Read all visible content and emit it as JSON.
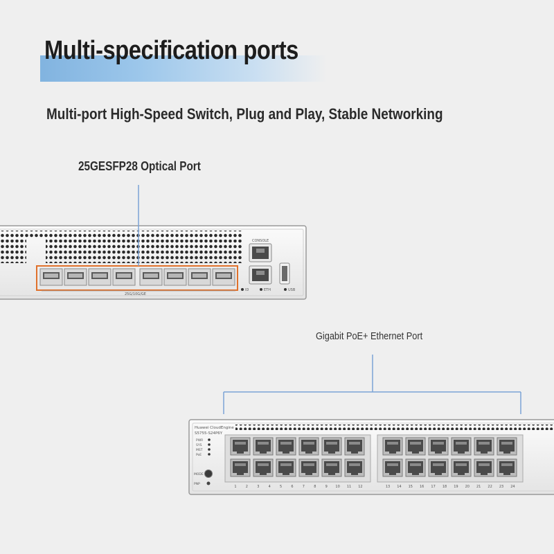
{
  "header": {
    "title": "Multi-specification ports",
    "subtitle": "Multi-port High-Speed Switch, Plug and Play, Stable Networking"
  },
  "callouts": {
    "optical": "25GESFP28 Optical Port",
    "ethernet": "Gigabit PoE+ Ethernet Port"
  },
  "switch_top": {
    "port_group_label": "25G/10G/GE",
    "console_label": "CONSOLE",
    "id_label": "ID",
    "eth_label": "ETH",
    "usb_label": "USB"
  },
  "switch_bottom": {
    "brand": "Huawei CloudEngine",
    "model": "S5755-S24P6Y",
    "leds": [
      "PWR",
      "SYS",
      "MST",
      "PoE"
    ],
    "mode_label": "MODE",
    "pnp_label": "PNP",
    "port_numbers": [
      "1",
      "2",
      "3",
      "4",
      "5",
      "6",
      "7",
      "8",
      "9",
      "10",
      "11",
      "12",
      "13",
      "14",
      "15",
      "16",
      "17",
      "18",
      "19",
      "20",
      "21",
      "22",
      "23",
      "24"
    ]
  },
  "colors": {
    "accent_blue": "#6ea9dd",
    "callout_line": "#7aa3d6",
    "highlight_orange": "#e0702a"
  }
}
